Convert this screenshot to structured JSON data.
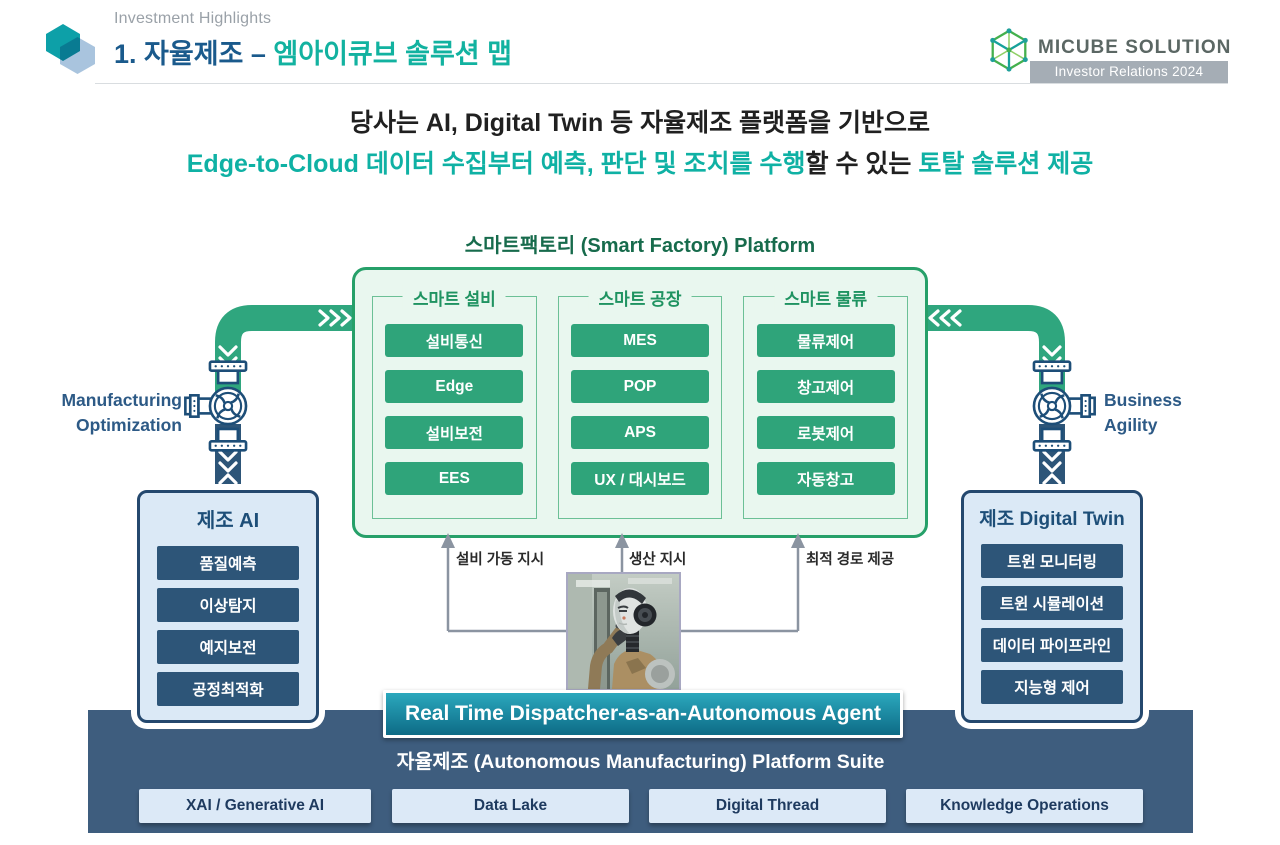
{
  "header": {
    "eyebrow": "Investment Highlights",
    "title_navy": "1. 자율제조 – ",
    "title_teal": "엠아이큐브 솔루션 맵",
    "logo_text": "MICUBE SOLUTION",
    "badge": "Investor Relations 2024"
  },
  "intro": {
    "line1": "당사는 AI, Digital Twin 등 자율제조 플랫폼을 기반으로",
    "line2_teal1": "Edge-to-Cloud 데이터 수집부터 예측, 판단 및 조치를 수행",
    "line2_dark": "할 수 있는 ",
    "line2_teal2": "토탈 솔루션 제공"
  },
  "platform": {
    "title": "스마트팩토리 (Smart Factory) Platform",
    "columns": [
      {
        "title": "스마트 설비",
        "items": [
          "설비통신",
          "Edge",
          "설비보전",
          "EES"
        ]
      },
      {
        "title": "스마트 공장",
        "items": [
          "MES",
          "POP",
          "APS",
          "UX / 대시보드"
        ]
      },
      {
        "title": "스마트 물류",
        "items": [
          "물류제어",
          "창고제어",
          "로봇제어",
          "자동창고"
        ]
      }
    ]
  },
  "side_labels": {
    "left_line1": "Manufacturing",
    "left_line2": "Optimization",
    "right_line1": "Business",
    "right_line2": "Agility"
  },
  "ai_box": {
    "title": "제조 AI",
    "items": [
      "품질예측",
      "이상탐지",
      "예지보전",
      "공정최적화"
    ]
  },
  "dt_box": {
    "title": "제조 Digital Twin",
    "items": [
      "트윈 모니터링",
      "트윈 시뮬레이션",
      "데이터 파이프라인",
      "지능형 제어"
    ]
  },
  "agent": {
    "flow_labels": [
      "설비 가동 지시",
      "생산 지시",
      "최적 경로 제공"
    ],
    "bar": "Real Time Dispatcher-as-an-Autonomous Agent"
  },
  "suite": {
    "title": "자율제조 (Autonomous Manufacturing) Platform Suite",
    "items": [
      "XAI / Generative AI",
      "Data Lake",
      "Digital Thread",
      "Knowledge Operations"
    ]
  },
  "colors": {
    "teal_accent": "#12b2a0",
    "navy_accent": "#1a5a8c",
    "green_pipe": "#2fa67e",
    "green_button": "#2fa47a",
    "mint_bg": "#e9f7ef",
    "navy_button": "#2d5578",
    "band_bg": "#3e5d7e",
    "dispatcher_top": "#2ba8bd",
    "dispatcher_bottom": "#0d6b86"
  }
}
